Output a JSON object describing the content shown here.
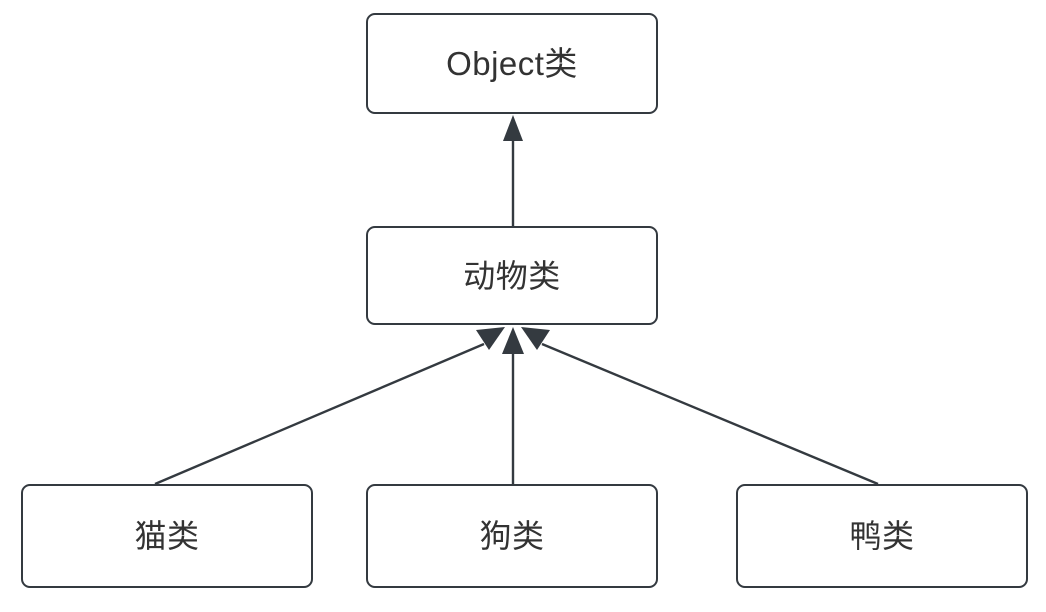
{
  "diagram": {
    "type": "class-inheritance-hierarchy",
    "background_color": "#ffffff",
    "stroke_color": "#343a40",
    "text_color": "#333333",
    "nodes": [
      {
        "id": "object",
        "label": "Object类"
      },
      {
        "id": "animal",
        "label": "动物类"
      },
      {
        "id": "cat",
        "label": "猫类"
      },
      {
        "id": "dog",
        "label": "狗类"
      },
      {
        "id": "duck",
        "label": "鸭类"
      }
    ],
    "edges": [
      {
        "from": "animal",
        "to": "object",
        "arrow": "generalization"
      },
      {
        "from": "cat",
        "to": "animal",
        "arrow": "generalization"
      },
      {
        "from": "dog",
        "to": "animal",
        "arrow": "generalization"
      },
      {
        "from": "duck",
        "to": "animal",
        "arrow": "generalization"
      }
    ]
  }
}
